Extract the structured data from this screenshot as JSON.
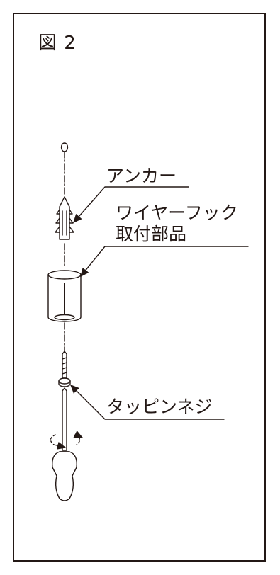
{
  "figure": {
    "title": "図 2",
    "labels": {
      "anchor": "アンカー",
      "wire_hook_part_line1": "ワイヤーフック",
      "wire_hook_part_line2": "取付部品",
      "tapping_screw": "タッピンネジ"
    },
    "line_color": "#231815"
  }
}
